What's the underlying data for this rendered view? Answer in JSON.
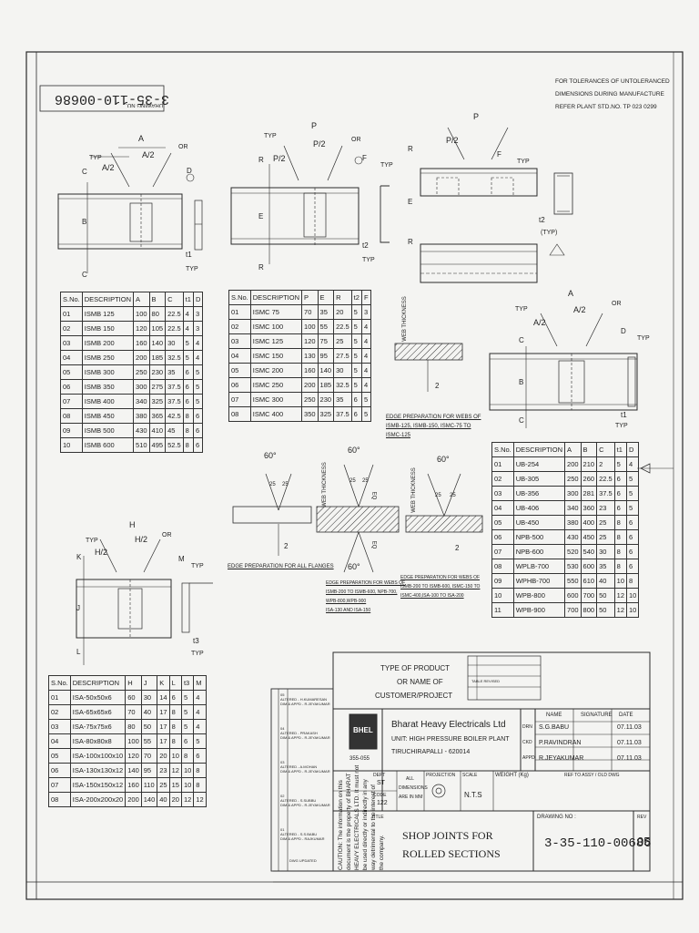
{
  "drawing_number": "3-35-110-00686",
  "drawing_no_label": "DRAWING NO.",
  "tolerance_note": [
    "FOR TOLERANCES OF UNTOLERANCED",
    "DIMENSIONS DURING MANUFACTURE",
    "REFER PLANT STD.NO. TP 023 0299"
  ],
  "sketch_labels": {
    "typ": "TYP",
    "a": "A",
    "a_half": "A/2",
    "p": "P",
    "p_half": "P/2",
    "h": "H",
    "h_half": "H/2",
    "b": "B",
    "c": "C",
    "d": "D",
    "e": "E",
    "r": "R",
    "f": "F",
    "j": "J",
    "k": "K",
    "l": "L",
    "m": "M",
    "t1": "t1",
    "t2": "t2",
    "t3": "t3",
    "or": "OR",
    "typ_paren": "(TYP)",
    "deg60": "60°",
    "web_thickness": "WEB THICKNESS",
    "eq": "EQ",
    "two": "2",
    "twentyfive": "25"
  },
  "notes": {
    "edge_webs_1": [
      "EDGE PREPARATION FOR WEBS OF",
      "ISMB-125, ISMB-150, ISMC-75 TO",
      "ISMC-125"
    ],
    "edge_flanges": "EDGE PREPARATION FOR ALL FLANGES",
    "edge_webs_2": [
      "EDGE PREPARATION FOR WEBS OF",
      "ISMB-200 TO ISMB-600, ISMC-150 TO",
      "ISMC-400,ISA-100 TO ISA-200"
    ],
    "edge_webs_3": [
      "EDGE PREPARATION FOR WEBS OF",
      "ISMB-200 TO ISMB-600, NPB-700,",
      "WPB-800,WPB-900",
      "ISA-130 AND ISA-150"
    ]
  },
  "table_ismb": {
    "headers": [
      "S.No.",
      "DESCRIPTION",
      "A",
      "B",
      "C",
      "t1",
      "D"
    ],
    "rows": [
      [
        "01",
        "ISMB 125",
        "100",
        "80",
        "22.5",
        "4",
        "3"
      ],
      [
        "02",
        "ISMB 150",
        "120",
        "105",
        "22.5",
        "4",
        "3"
      ],
      [
        "03",
        "ISMB 200",
        "160",
        "140",
        "30",
        "5",
        "4"
      ],
      [
        "04",
        "ISMB 250",
        "200",
        "185",
        "32.5",
        "5",
        "4"
      ],
      [
        "05",
        "ISMB 300",
        "250",
        "230",
        "35",
        "6",
        "5"
      ],
      [
        "06",
        "ISMB 350",
        "300",
        "275",
        "37.5",
        "6",
        "5"
      ],
      [
        "07",
        "ISMB 400",
        "340",
        "325",
        "37.5",
        "6",
        "5"
      ],
      [
        "08",
        "ISMB 450",
        "380",
        "365",
        "42.5",
        "8",
        "6"
      ],
      [
        "09",
        "ISMB 500",
        "430",
        "410",
        "45",
        "8",
        "6"
      ],
      [
        "10",
        "ISMB 600",
        "510",
        "495",
        "52.5",
        "8",
        "6"
      ]
    ]
  },
  "table_ismc": {
    "headers": [
      "S.No.",
      "DESCRIPTION",
      "P",
      "E",
      "R",
      "t2",
      "F"
    ],
    "rows": [
      [
        "01",
        "ISMC 75",
        "70",
        "35",
        "20",
        "5",
        "3"
      ],
      [
        "02",
        "ISMC 100",
        "100",
        "55",
        "22.5",
        "5",
        "4"
      ],
      [
        "03",
        "ISMC 125",
        "120",
        "75",
        "25",
        "5",
        "4"
      ],
      [
        "04",
        "ISMC 150",
        "130",
        "95",
        "27.5",
        "5",
        "4"
      ],
      [
        "05",
        "ISMC 200",
        "160",
        "140",
        "30",
        "5",
        "4"
      ],
      [
        "06",
        "ISMC 250",
        "200",
        "185",
        "32.5",
        "5",
        "4"
      ],
      [
        "07",
        "ISMC 300",
        "250",
        "230",
        "35",
        "6",
        "5"
      ],
      [
        "08",
        "ISMC 400",
        "350",
        "325",
        "37.5",
        "6",
        "5"
      ]
    ]
  },
  "table_ub": {
    "headers": [
      "S.No.",
      "DESCRIPTION",
      "A",
      "B",
      "C",
      "t1",
      "D"
    ],
    "rows": [
      [
        "01",
        "UB-254",
        "200",
        "210",
        "2",
        "5",
        "4"
      ],
      [
        "02",
        "UB-305",
        "250",
        "260",
        "22.5",
        "6",
        "5"
      ],
      [
        "03",
        "UB-356",
        "300",
        "281",
        "37.5",
        "6",
        "5"
      ],
      [
        "04",
        "UB-406",
        "340",
        "360",
        "23",
        "6",
        "5"
      ],
      [
        "05",
        "UB-450",
        "380",
        "400",
        "25",
        "8",
        "6"
      ],
      [
        "06",
        "NPB-500",
        "430",
        "450",
        "25",
        "8",
        "6"
      ],
      [
        "07",
        "NPB-600",
        "520",
        "540",
        "30",
        "8",
        "6"
      ],
      [
        "08",
        "WPLB-700",
        "530",
        "600",
        "35",
        "8",
        "6"
      ],
      [
        "09",
        "WPHB-700",
        "550",
        "610",
        "40",
        "10",
        "8"
      ],
      [
        "10",
        "WPB-800",
        "600",
        "700",
        "50",
        "12",
        "10"
      ],
      [
        "11",
        "WPB-900",
        "700",
        "800",
        "50",
        "12",
        "10"
      ]
    ]
  },
  "table_isa": {
    "headers": [
      "S.No.",
      "DESCRIPTION",
      "H",
      "J",
      "K",
      "L",
      "t3",
      "M"
    ],
    "rows": [
      [
        "01",
        "ISA-50x50x6",
        "60",
        "30",
        "14",
        "6",
        "5",
        "4"
      ],
      [
        "02",
        "ISA-65x65x6",
        "70",
        "40",
        "17",
        "8",
        "5",
        "4"
      ],
      [
        "03",
        "ISA-75x75x6",
        "80",
        "50",
        "17",
        "8",
        "5",
        "4"
      ],
      [
        "04",
        "ISA-80x80x8",
        "100",
        "55",
        "17",
        "8",
        "6",
        "5"
      ],
      [
        "05",
        "ISA-100x100x10",
        "120",
        "70",
        "20",
        "10",
        "8",
        "6"
      ],
      [
        "06",
        "ISA-130x130x12",
        "140",
        "95",
        "23",
        "12",
        "10",
        "8"
      ],
      [
        "07",
        "ISA-150x150x12",
        "160",
        "110",
        "25",
        "15",
        "10",
        "8"
      ],
      [
        "08",
        "ISA-200x200x20",
        "200",
        "140",
        "40",
        "20",
        "12",
        "12"
      ]
    ]
  },
  "title_block": {
    "product_label": [
      "TYPE OF PRODUCT",
      "OR NAME OF",
      "CUSTOMER/PROJECT"
    ],
    "company": "Bharat Heavy Electricals Ltd",
    "unit": "UNIT: HIGH PRESSURE BOILER PLANT",
    "city": "TIRUCHIRAPALLI - 620014",
    "logo_text": "BHEL",
    "logo_code": "355-055",
    "name_hdr": "NAME",
    "sig_hdr": "SIGNATURE",
    "date_hdr": "DATE",
    "sign_rows": [
      {
        "role": "DRN",
        "name": "S.G.BABU",
        "date": "07.11.03"
      },
      {
        "role": "CKD",
        "name": "P.RAVINDRAN",
        "date": "07.11.03"
      },
      {
        "role": "APPD",
        "name": "R.JEYAKUMAR",
        "date": "07.11.03"
      }
    ],
    "dept_label": "DEPT",
    "dept_value": "ST",
    "code_label": "CODE",
    "code_value": "122",
    "all_dims": [
      "ALL",
      "DIMENSIONS",
      "ARE IN MM"
    ],
    "projection": "PROJECTION",
    "scale_label": "SCALE",
    "scale_value": "N.T.S",
    "weight_label": "WEIGHT (Kg)",
    "ref_label": "REF TO ASSY / OLD DWG",
    "title_label": "TITLE",
    "title_lines": [
      "SHOP JOINTS FOR",
      "ROLLED SECTIONS"
    ],
    "drawing_no_label": "DRAWING NO :",
    "rev_label": "REV",
    "rev_value": "05"
  },
  "caution": [
    "CAUTION: The information on this",
    "document is the property of BHARAT",
    "HEAVY ELECTRICALS LTD. It must not",
    "be used directly or indirectly in any",
    "way detrimental to the interest of",
    "the company."
  ],
  "revisions": [
    {
      "rev": "05",
      "items": [
        "ALTERED - H.KUMARESAN",
        "DIM & APPD - R.JEYAKUMAR"
      ]
    },
    {
      "rev": "04",
      "items": [
        "ALTERED - PRAKASH",
        "DIM & APPD - R.JEYAKUMAR"
      ]
    },
    {
      "rev": "03",
      "items": [
        "ALTERED - A.MOHAN",
        "DIM & APPD - R.JEYAKUMAR"
      ]
    },
    {
      "rev": "02",
      "items": [
        "ALTERED - S.SUBBU",
        "DIM & APPD - R.JEYAKUMAR"
      ]
    },
    {
      "rev": "01",
      "items": [
        "ALTERED - S.S.BABU",
        "DIM & APPD - RAJKUMAR"
      ]
    }
  ],
  "small_notes": [
    "TABLE REVISED",
    "DWG UPDATED"
  ]
}
